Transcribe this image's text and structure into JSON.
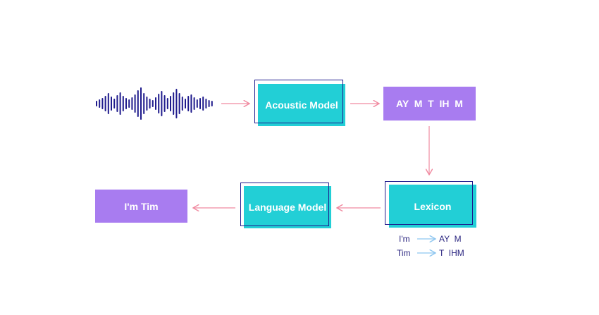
{
  "nodes": {
    "acoustic_model": {
      "label": "Acoustic Model"
    },
    "phonemes": {
      "label": "AY  M  T  IH  M"
    },
    "lexicon": {
      "label": "Lexicon"
    },
    "language_model": {
      "label": "Language Model"
    },
    "output": {
      "label": "I'm Tim"
    }
  },
  "lexicon_mappings": [
    {
      "word": "I'm",
      "phonemes": "AY  M"
    },
    {
      "word": "Tim",
      "phonemes": "T  IHM"
    }
  ],
  "colors": {
    "teal": "#22cfd6",
    "purple": "#a87cf0",
    "navy": "#1e1a8c",
    "arrow_pink": "#f08aa0",
    "arrow_blue": "#8ec6f0"
  }
}
